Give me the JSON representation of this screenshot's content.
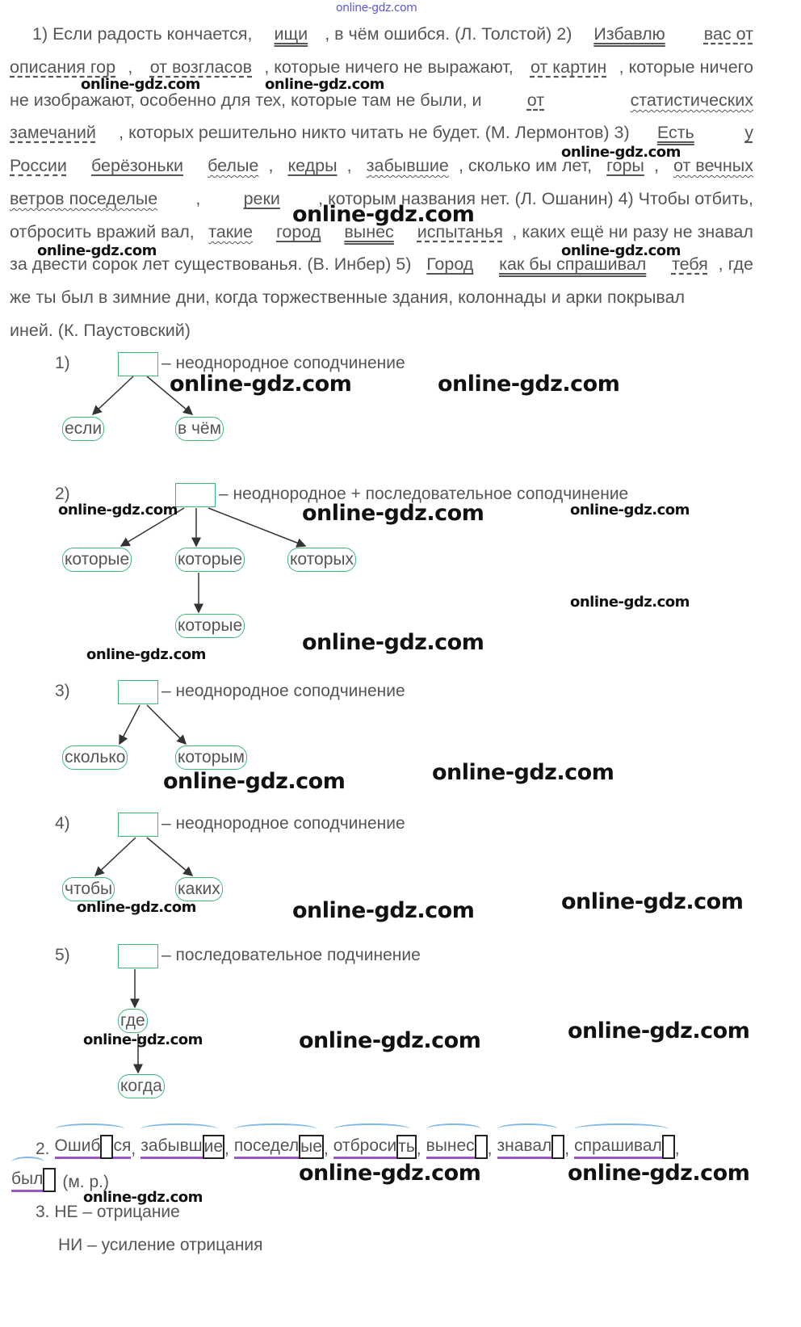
{
  "watermark": "online-gdz.com",
  "text_lines": [
    [
      [
        "",
        "1) Если радость кончается, "
      ],
      [
        "p",
        "ищи"
      ],
      [
        "",
        ", в чём ошибся. (Л. Толстой) 2) "
      ],
      [
        "p",
        "Избавлю"
      ],
      [
        "",
        " "
      ],
      [
        "o",
        "вас от"
      ]
    ],
    [
      [
        "o",
        "описания гор"
      ],
      [
        "",
        ", "
      ],
      [
        "o",
        "от возгласов"
      ],
      [
        "",
        ", которые ничего не выражают, "
      ],
      [
        "o",
        "от картин"
      ],
      [
        "",
        ", которые ничего"
      ]
    ],
    [
      [
        "",
        "не изображают, особенно для тех, которые там не были, и "
      ],
      [
        "o",
        "от"
      ],
      [
        "",
        " "
      ],
      [
        "a",
        "статистических"
      ]
    ],
    [
      [
        "o",
        "замечаний"
      ],
      [
        "",
        ", которых решительно никто читать не будет. (М. Лермонтов) 3) "
      ],
      [
        "p",
        "Есть"
      ],
      [
        "",
        " "
      ],
      [
        "o",
        "у"
      ]
    ],
    [
      [
        "o",
        "России"
      ],
      [
        "",
        " "
      ],
      [
        "s",
        "берёзоньки"
      ],
      [
        "",
        " "
      ],
      [
        "a",
        "белые"
      ],
      [
        "",
        ", "
      ],
      [
        "s",
        "кедры"
      ],
      [
        "",
        ", "
      ],
      [
        "a",
        "забывшие"
      ],
      [
        "",
        ", сколько им лет, "
      ],
      [
        "s",
        "горы"
      ],
      [
        "",
        ", "
      ],
      [
        "a",
        "от вечных"
      ]
    ],
    [
      [
        "a",
        "ветров поседелые"
      ],
      [
        "",
        ", "
      ],
      [
        "s",
        "реки"
      ],
      [
        "",
        ", которым названия нет. (Л. Ошанин) 4) Чтобы отбить,"
      ]
    ],
    [
      [
        "",
        "отбросить вражий вал, "
      ],
      [
        "a",
        "такие"
      ],
      [
        "",
        " "
      ],
      [
        "s",
        "город"
      ],
      [
        "",
        " "
      ],
      [
        "p",
        "вынес"
      ],
      [
        "",
        " "
      ],
      [
        "o",
        "испытанья"
      ],
      [
        "",
        ", каких ещё ни разу не знавал"
      ]
    ],
    [
      [
        "",
        "за двести сорок лет существованья. (В. Инбер) 5) "
      ],
      [
        "s",
        "Город"
      ],
      [
        "",
        " "
      ],
      [
        "p",
        "как бы спрашивал"
      ],
      [
        "",
        " "
      ],
      [
        "o",
        "тебя"
      ],
      [
        "",
        ", где"
      ]
    ],
    [
      [
        "",
        "же ты был в зимние дни, когда торжественные здания, колоннады и арки покрывал"
      ]
    ],
    [
      [
        "",
        "иней. (К. Паустовский)"
      ]
    ]
  ],
  "schemes": [
    {
      "num": "1)",
      "label": "– неоднородное соподчинение",
      "words": [
        "если",
        "в чём"
      ]
    },
    {
      "num": "2)",
      "label": "– неоднородное + последовательное соподчинение",
      "words": [
        "которые",
        "которые",
        "которых",
        "которые"
      ]
    },
    {
      "num": "3)",
      "label": "– неоднородное соподчинение",
      "words": [
        "сколько",
        "которым"
      ]
    },
    {
      "num": "4)",
      "label": "– неоднородное соподчинение",
      "words": [
        "чтобы",
        "каких"
      ]
    },
    {
      "num": "5)",
      "label": "– последовательное подчинение",
      "words": [
        "где",
        "когда"
      ]
    }
  ],
  "task2": {
    "num": "2.",
    "words": [
      {
        "stem": "Ошиб",
        "end": "",
        "after": "ся",
        "sep": ","
      },
      {
        "stem": "забывш",
        "end": "ие",
        "after": "",
        "sep": ","
      },
      {
        "stem": "поседел",
        "end": "ые",
        "after": "",
        "sep": ","
      },
      {
        "stem": "отброси",
        "end": "ть",
        "after": "",
        "sep": ","
      },
      {
        "stem": "вынес",
        "end": "",
        "after": "",
        "sep": ","
      },
      {
        "stem": "знавал",
        "end": "",
        "after": "",
        "sep": ","
      },
      {
        "stem": "спрашивал",
        "end": "",
        "after": "",
        "sep": ","
      },
      {
        "stem": "был",
        "end": "",
        "after": "",
        "sep": ""
      }
    ],
    "note": "(м. р.)"
  },
  "task3": {
    "line1": "3. НЕ – отрицание",
    "line2": "НИ – усиление отрицания"
  }
}
